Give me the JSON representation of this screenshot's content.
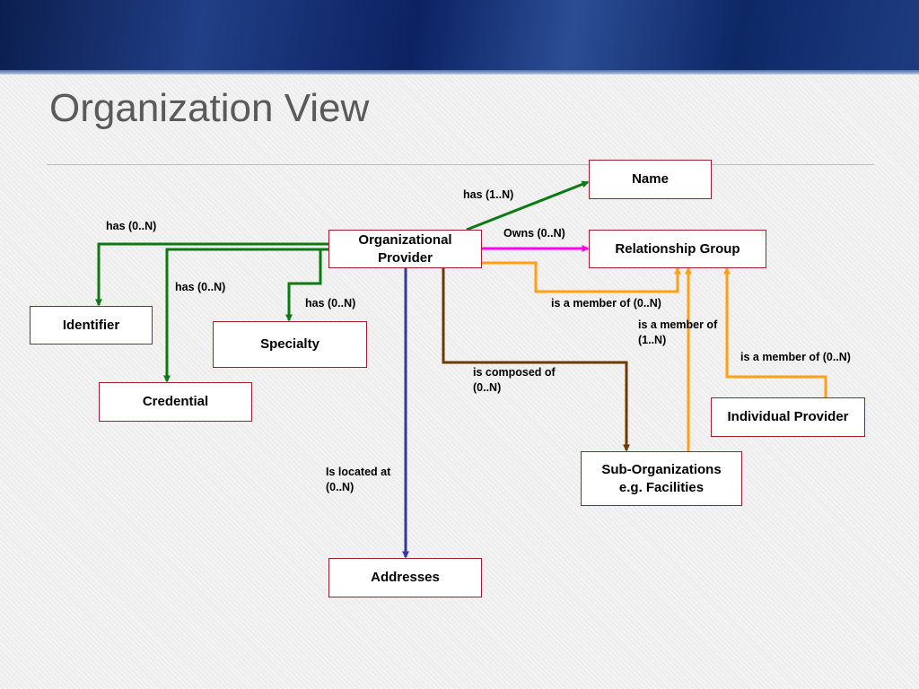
{
  "slide": {
    "title": "Organization View"
  },
  "nodes": {
    "org_provider": "Organizational Provider",
    "name": "Name",
    "relationship_group": "Relationship Group",
    "identifier": "Identifier",
    "specialty": "Specialty",
    "credential": "Credential",
    "individual_provider": "Individual Provider",
    "sub_organizations": "Sub-Organizations e.g. Facilities",
    "addresses": "Addresses"
  },
  "edges": {
    "has_name": "has (1..N)",
    "owns_relationship_group": "Owns (0..N)",
    "has_identifier": "has (0..N)",
    "has_credential": "has (0..N)",
    "has_specialty": "has (0..N)",
    "member_of_org": "is a member of (0..N)",
    "member_of_sub": "is a member of (1..N)",
    "member_of_individual": "is a member of (0..N)",
    "is_composed_of": "is composed of (0..N)",
    "is_located_at": "Is located at (0..N)"
  },
  "colors": {
    "green": "#0b7a12",
    "magenta": "#ff00ee",
    "orange": "#ffa017",
    "brown": "#6b3a07",
    "navy": "#34399a",
    "box_border": "#a51d2d"
  }
}
